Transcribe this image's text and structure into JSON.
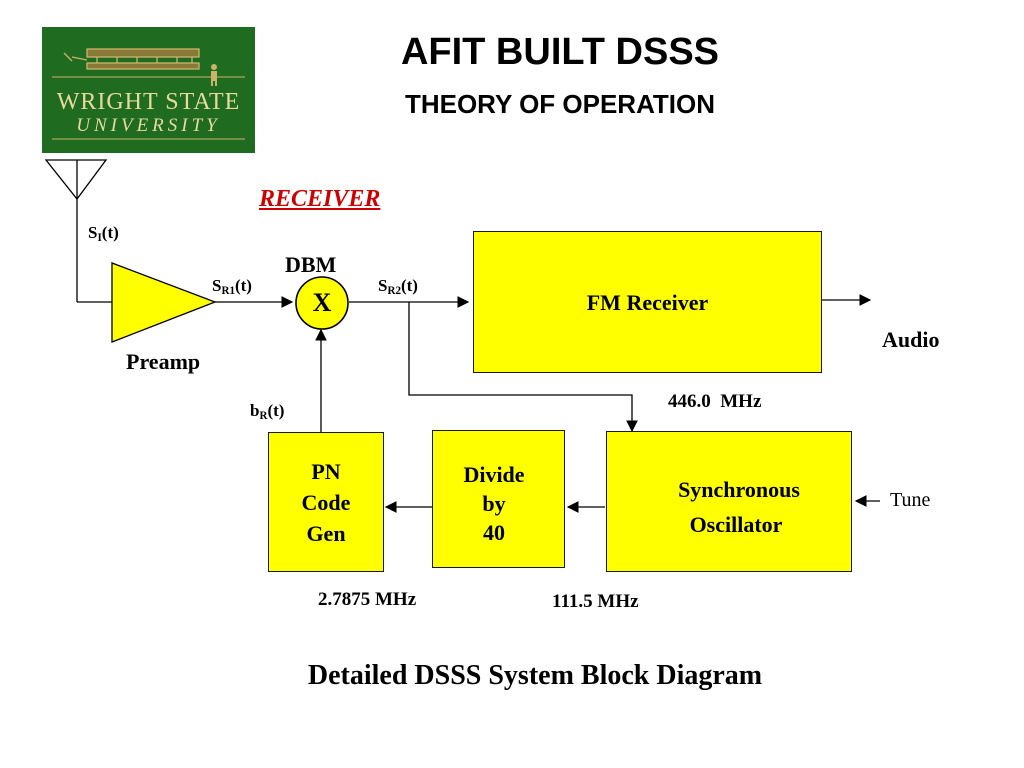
{
  "slide": {
    "title": "AFIT BUILT DSSS",
    "subtitle": "THEORY OF OPERATION",
    "section_label": "RECEIVER",
    "caption": "Detailed DSSS System Block Diagram"
  },
  "logo": {
    "line1": "WRIGHT STATE",
    "line2": "UNIVERSITY"
  },
  "signals": {
    "si": {
      "base": "S",
      "sub": "I",
      "tail": "(t)"
    },
    "sr1": {
      "base": "S",
      "sub": "R1",
      "tail": "(t)"
    },
    "sr2": {
      "base": "S",
      "sub": "R2",
      "tail": "(t)"
    },
    "br": {
      "base": "b",
      "sub": "R",
      "tail": "(t)"
    }
  },
  "blocks": {
    "preamp_label": "Preamp",
    "mixer_label": "DBM",
    "mixer_symbol": "X",
    "fm_receiver": "FM Receiver",
    "pn_code_gen": [
      "PN",
      "Code",
      "Gen"
    ],
    "divide": [
      "Divide",
      "by",
      "40"
    ],
    "sync_osc": [
      "Synchronous",
      "Oscillator"
    ]
  },
  "labels": {
    "audio": "Audio",
    "tune": "Tune",
    "freq_446": "446.0  MHz",
    "freq_111": "111.5 MHz",
    "freq_2787": "2.7875 MHz"
  },
  "colors": {
    "block_fill": "#ffff00",
    "logo_bg": "#1f6b1f",
    "logo_text": "#e8d9a0",
    "receiver_red": "#cc0000"
  }
}
